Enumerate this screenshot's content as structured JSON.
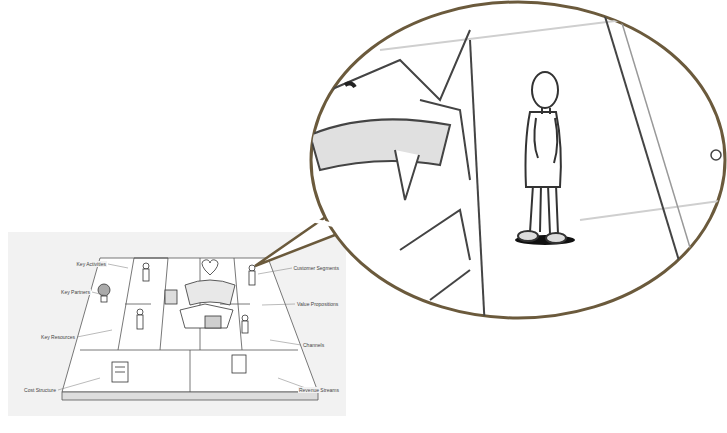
{
  "diagram": {
    "labels": [
      "Key Activities",
      "Key Partners",
      "Key Resources",
      "Cost Structure",
      "Customer Segments",
      "Value Propositions",
      "Channels",
      "Revenue Streams"
    ]
  }
}
